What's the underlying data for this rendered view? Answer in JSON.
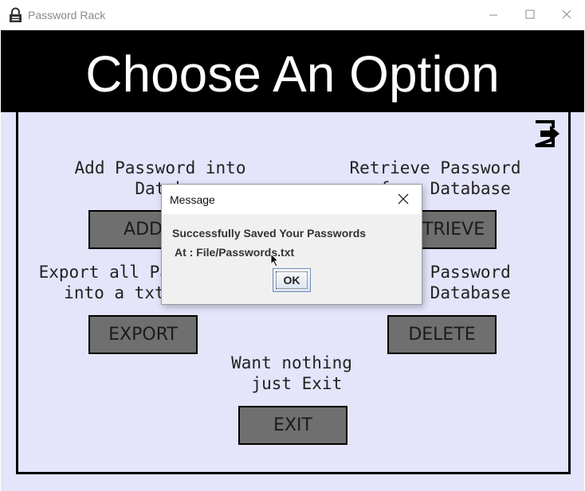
{
  "window": {
    "title": "Password Rack",
    "app_icon": "lock-icon",
    "controls": [
      "minimize-icon",
      "maximize-icon",
      "close-icon"
    ]
  },
  "header": {
    "title": "Choose An Option"
  },
  "options": {
    "add": {
      "description": "Add Password into\n   Database",
      "button": "ADD"
    },
    "retrieve": {
      "description": "Retrieve Password\n  from Database",
      "button": "RETRIEVE"
    },
    "export": {
      "description": "Export all Passwords\ninto a txt file",
      "button": "EXPORT"
    },
    "delete": {
      "description": "Delete Password\n  from Database",
      "button": "DELETE"
    },
    "exit": {
      "description": "Want nothing\n just Exit",
      "button": "EXIT"
    }
  },
  "logout_icon": "logout-icon",
  "dialog": {
    "title": "Message",
    "message_line1": "Successfully Saved Your Passwords",
    "message_line2": "At : File/Passwords.txt",
    "ok_label": "OK"
  },
  "colors": {
    "header_bg": "#000000",
    "panel_bg": "#e4e4fb",
    "button_bg": "#6f6f6f"
  }
}
